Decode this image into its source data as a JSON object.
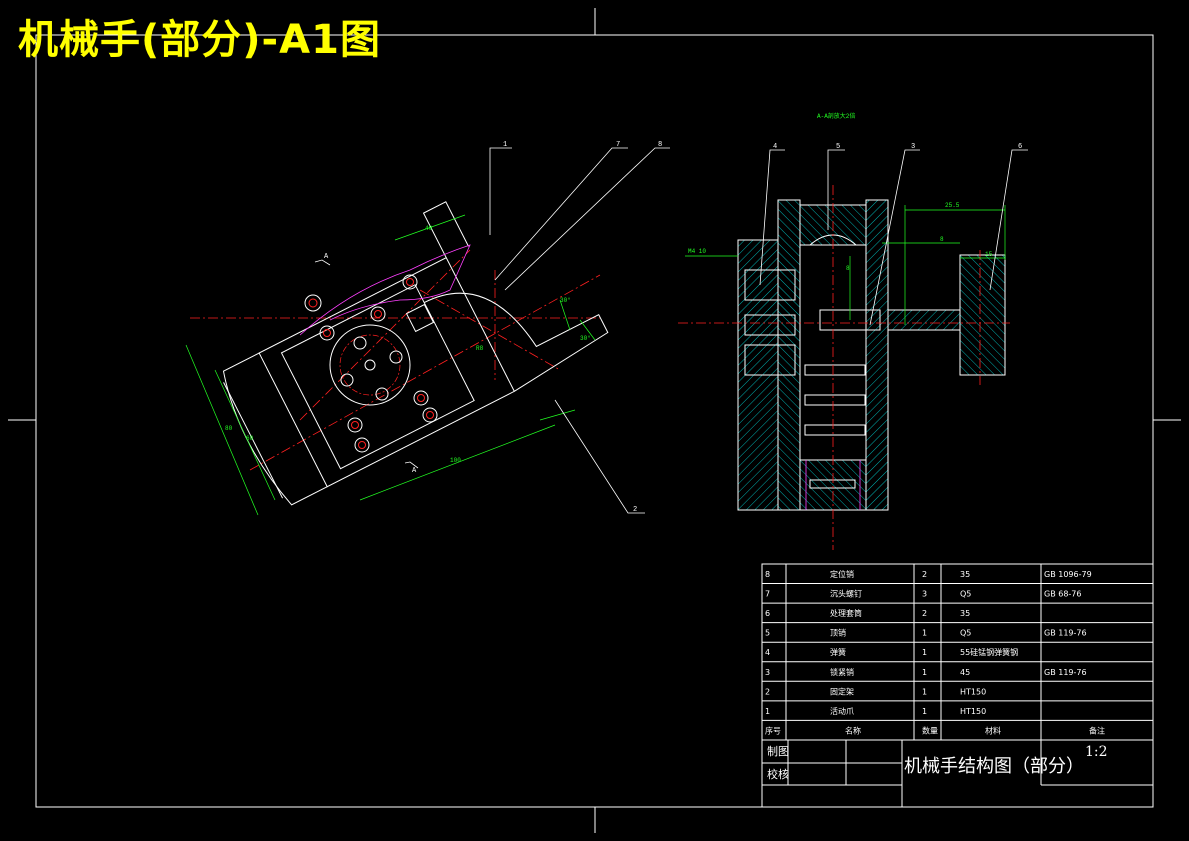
{
  "banner_title": "机械手(部分)-A1图",
  "detail_label": "A-A剖放大2倍",
  "left_view": {
    "callouts": [
      "1",
      "7",
      "8",
      "2"
    ],
    "section_marks": [
      "A",
      "A"
    ]
  },
  "right_view": {
    "callouts": [
      "4",
      "5",
      "3",
      "6"
    ]
  },
  "bom": {
    "rows": [
      {
        "no": "8",
        "name": "定位销",
        "qty": "2",
        "material": "35",
        "note": "GB 1096-79"
      },
      {
        "no": "7",
        "name": "沉头螺钉",
        "qty": "3",
        "material": "Q5",
        "note": "GB 68-76"
      },
      {
        "no": "6",
        "name": "处理套筒",
        "qty": "2",
        "material": "35",
        "note": ""
      },
      {
        "no": "5",
        "name": "顶销",
        "qty": "1",
        "material": "Q5",
        "note": "GB 119-76"
      },
      {
        "no": "4",
        "name": "弹簧",
        "qty": "1",
        "material": "55硅锰钢弹簧钢",
        "note": ""
      },
      {
        "no": "3",
        "name": "锁紧销",
        "qty": "1",
        "material": "45",
        "note": "GB 119-76"
      },
      {
        "no": "2",
        "name": "固定架",
        "qty": "1",
        "material": "HT150",
        "note": ""
      },
      {
        "no": "1",
        "name": "活动爪",
        "qty": "1",
        "material": "HT150",
        "note": ""
      }
    ],
    "header": {
      "no": "序号",
      "name": "名称",
      "qty": "数量",
      "material": "材料",
      "note": "备注"
    }
  },
  "title_block": {
    "drawn_label": "制图",
    "checked_label": "校核",
    "drawing_title": "机械手结构图（部分）",
    "scale": "1:2"
  },
  "colors": {
    "outline": "#ffffff",
    "centerline": "#ff2020",
    "dimension": "#22ff22",
    "hatch": "#00e0e0",
    "hidden": "#ff40ff",
    "banner": "#ffff00"
  }
}
